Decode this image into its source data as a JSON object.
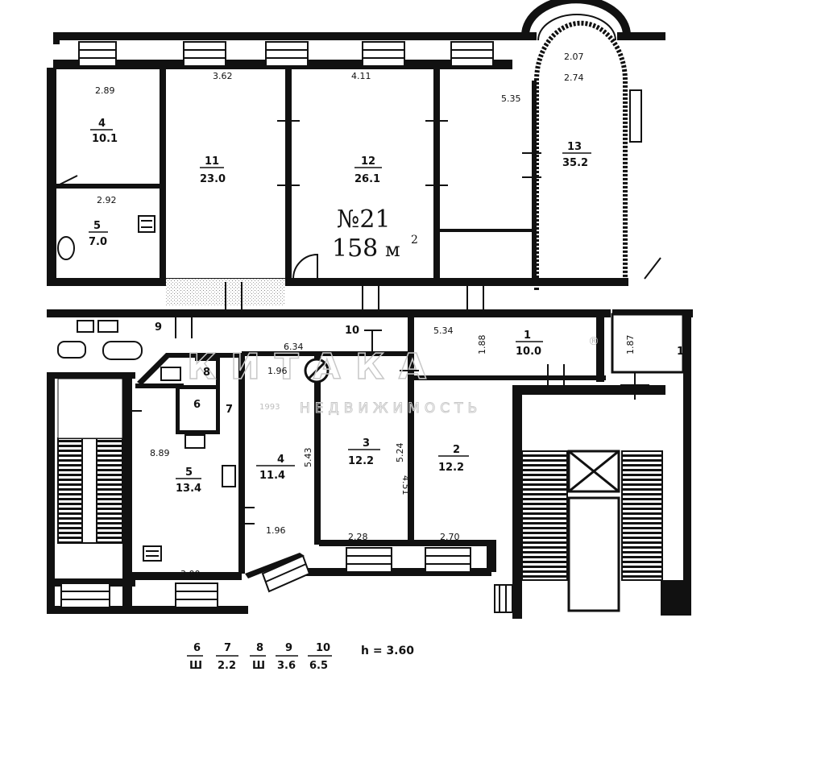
{
  "apartment": {
    "number_label": "№21",
    "area_label": "158",
    "area_unit": "м",
    "area_unit_sup": "2"
  },
  "rooms": [
    {
      "id": "room-4",
      "number": "4",
      "area": "10.1"
    },
    {
      "id": "room-11",
      "number": "11",
      "area": "23.0"
    },
    {
      "id": "room-12",
      "number": "12",
      "area": "26.1"
    },
    {
      "id": "room-13",
      "number": "13",
      "area": "35.2"
    },
    {
      "id": "room-5-top",
      "number": "5",
      "area": "7.0"
    },
    {
      "id": "room-1",
      "number": "1",
      "area": "10.0"
    },
    {
      "id": "room-3",
      "number": "3",
      "area": "12.2"
    },
    {
      "id": "room-2",
      "number": "2",
      "area": "12.2"
    },
    {
      "id": "room-4-bottom",
      "number": "4",
      "area": "11.4"
    },
    {
      "id": "room-5-bottom",
      "number": "5",
      "area": "13.4"
    },
    {
      "id": "room-6",
      "number": "6"
    },
    {
      "id": "room-7",
      "number": "7"
    },
    {
      "id": "room-8",
      "number": "8"
    },
    {
      "id": "room-9",
      "number": "9"
    },
    {
      "id": "room-10",
      "number": "10"
    },
    {
      "id": "stair-1",
      "number": "1"
    }
  ],
  "dimensions": [
    "2.89",
    "3.62",
    "4.11",
    "5.35",
    "2.07",
    "2.74",
    "2.92",
    "5.34",
    "6.34",
    "1.96",
    "8.89",
    "1.96",
    "2.28",
    "2.70",
    "3.00",
    "5.43",
    "5.24",
    "4.51",
    "1.87",
    "1.88"
  ],
  "legend": {
    "items": [
      {
        "num": "6",
        "val": "Ш"
      },
      {
        "num": "7",
        "val": "2.2"
      },
      {
        "num": "8",
        "val": "Ш"
      },
      {
        "num": "9",
        "val": "3.6"
      },
      {
        "num": "10",
        "val": "6.5"
      }
    ],
    "ceiling": "h = 3.60"
  },
  "watermark": {
    "brand": "КИТАКА",
    "subtitle": "НЕДВИЖИМОСТЬ",
    "year": "1993",
    "registered": "®"
  }
}
